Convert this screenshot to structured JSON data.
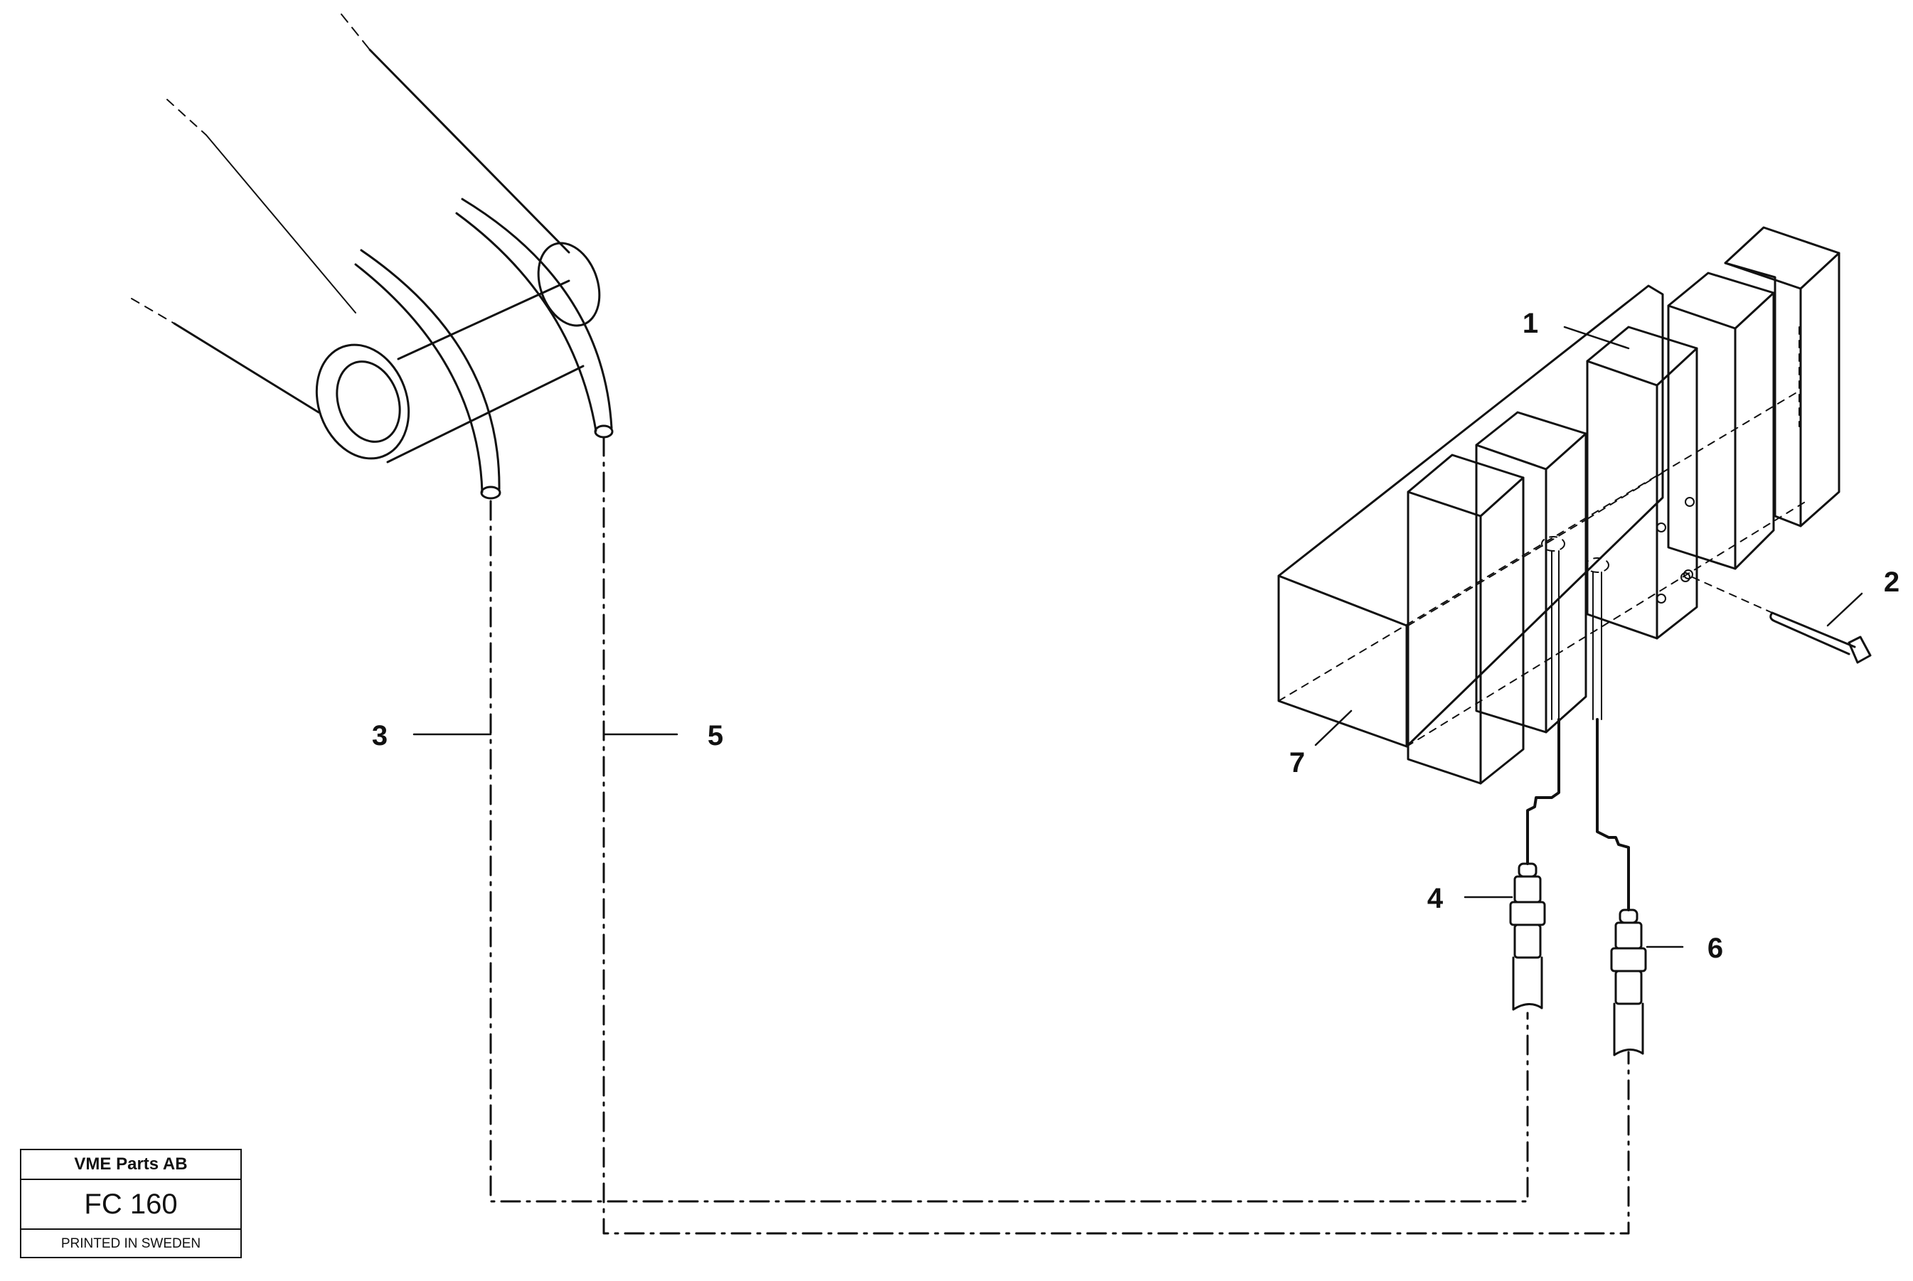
{
  "callouts": {
    "c1": "1",
    "c2": "2",
    "c3": "3",
    "c4": "4",
    "c5": "5",
    "c6": "6",
    "c7": "7"
  },
  "title_block": {
    "company": "VME Parts AB",
    "code": "FC 160",
    "printed": "PRINTED IN SWEDEN"
  }
}
